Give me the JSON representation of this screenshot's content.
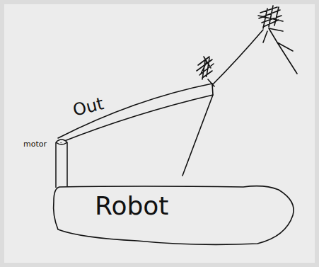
{
  "diagram": {
    "nodes": [
      {
        "text": [
          "Robot"
        ]
      },
      {
        "text": [
          "motor"
        ]
      }
    ],
    "labels": [
      "Out"
    ]
  }
}
